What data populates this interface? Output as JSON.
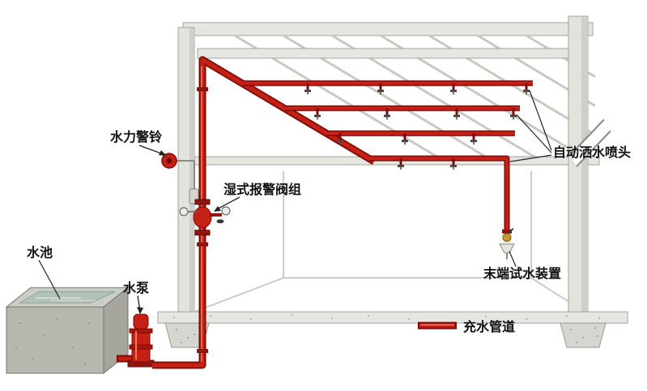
{
  "labels": {
    "alarm_bell": "水力警铃",
    "wet_valve_group": "湿式报警阀组",
    "sprinklers": "自动洒水喷头",
    "end_test_device": "末端试水装置",
    "tank": "水池",
    "pump": "水泵"
  },
  "legend": {
    "pipe_label": "充水管道"
  },
  "colors": {
    "pipe_red": "#c42015",
    "pipe_dark": "#7e0a06",
    "pipe_highlight": "#ef7a64",
    "structure_fill": "#e6e6e0",
    "structure_edge": "#a3a39d",
    "water_fill": "#b3c2b8",
    "brass": "#c99a2e",
    "text": "#111111"
  }
}
